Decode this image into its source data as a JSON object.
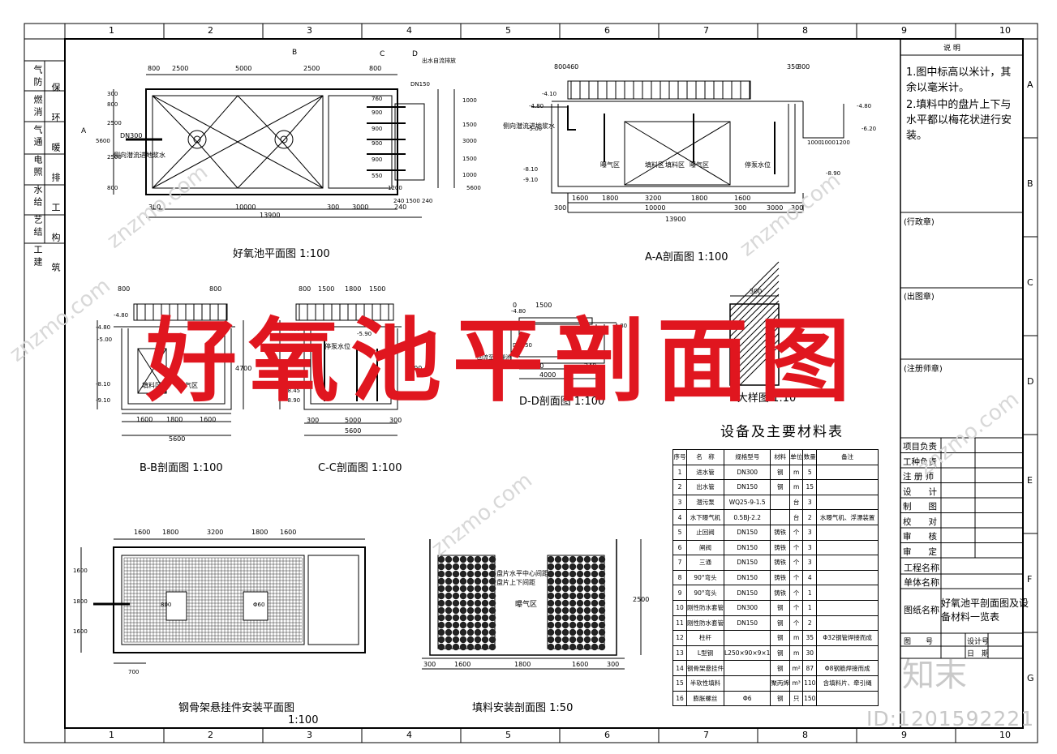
{
  "grid": {
    "columns": [
      "1",
      "2",
      "3",
      "4",
      "5",
      "6",
      "7",
      "8",
      "9",
      "10"
    ],
    "rows": [
      "A",
      "B",
      "C",
      "D",
      "E",
      "F",
      "G"
    ]
  },
  "side_strip": [
    "气",
    "防",
    "保",
    "燃",
    "消",
    "环",
    "气",
    "通",
    "暖",
    "电",
    "照",
    "排",
    "水",
    "给",
    "工",
    "艺",
    "结",
    "构",
    "工",
    "建",
    "筑"
  ],
  "drawings": {
    "plan_title": "好氧池平面图",
    "plan_scale": "1:100",
    "aa_title": "A-A剖面图",
    "aa_scale": "1:100",
    "bb_title": "B-B剖面图",
    "bb_scale": "1:100",
    "cc_title": "C-C剖面图",
    "cc_scale": "1:100",
    "dd_title": "D-D剖面图",
    "dd_scale": "1:100",
    "detail_title": "A大样图",
    "detail_scale": "1:10",
    "frame_title": "钢骨架悬挂件安装平面图",
    "frame_scale": "1:100",
    "fill_title": "填料安装剖面图",
    "fill_scale": "1:50"
  },
  "plan_labels": {
    "dims_top": [
      "800",
      "2500",
      "5000",
      "2500",
      "800"
    ],
    "dims_bottom": [
      "300",
      "10000",
      "300",
      "3000",
      "240"
    ],
    "total": "13900",
    "left_dims": [
      "300",
      "800",
      "2500",
      "5600",
      "2500",
      "800"
    ],
    "right_dims": [
      "760",
      "900",
      "900",
      "900",
      "900",
      "550",
      "1200",
      "1000",
      "1500",
      "3000",
      "1500",
      "1000",
      "5600"
    ],
    "dn300": "DN300",
    "dn150": "DN150",
    "inflow_note": "侧向潜流进地浆水",
    "outlet_note": "出水自流排放",
    "bottom_dims2": [
      "240",
      "1500",
      "240"
    ],
    "section_b": "B",
    "section_c": "C",
    "section_d": "D",
    "section_a": "A"
  },
  "aa_labels": {
    "dims_top": [
      "800",
      "460",
      "350",
      "800"
    ],
    "levels": [
      "-4.10",
      "-4.80",
      "-5.00",
      "-8.10",
      "-9.10",
      "-4.80",
      "-6.20",
      "-8.90"
    ],
    "zones": [
      "曝气区",
      "填料区",
      "填料区",
      "曝气区",
      "停泵水位"
    ],
    "dims_bottom": [
      "1600",
      "1800",
      "3200",
      "1800",
      "1600"
    ],
    "dims_bottom2": [
      "300",
      "10000",
      "300",
      "3000",
      "300"
    ],
    "total": "13900",
    "side_dims": [
      "1000",
      "1000",
      "1200"
    ],
    "inflow_note": "侧向潜流进地浆水"
  },
  "bb_labels": {
    "dims_top": [
      "800",
      "800"
    ],
    "levels": [
      "-4.80",
      "-4.80",
      "-5.00",
      "-8.10",
      "-9.10"
    ],
    "zones": [
      "填料区",
      "曝气区"
    ],
    "dims_bottom": [
      "1600",
      "1800",
      "1600"
    ],
    "total": "5600",
    "side_dim": "4700"
  },
  "cc_labels": {
    "dims_top": [
      "800",
      "1500",
      "1800",
      "1500"
    ],
    "levels": [
      "-4.80",
      "-5.90",
      "-8.45",
      "-8.90"
    ],
    "dims_bottom": [
      "300",
      "5000",
      "300"
    ],
    "total": "5600",
    "side_dim": "4700",
    "pump_note": "停泵水位"
  },
  "dd_labels": {
    "dims_top": [
      "0",
      "1500"
    ],
    "levels": [
      "-4.80",
      "-4.80"
    ],
    "dn": "DN150",
    "note": "回流至格栅池",
    "dims_bottom": [
      "240",
      "1500",
      "240"
    ],
    "total": "4000"
  },
  "detail_labels": {
    "dim": "300"
  },
  "frame_labels": {
    "dims_top": [
      "1600",
      "1800",
      "3200",
      "1800",
      "1600"
    ],
    "left_dims": [
      "1600",
      "1800",
      "1600"
    ],
    "box_dim": "800",
    "bolt_note": "Φ60",
    "bottom_dim": "700"
  },
  "fill_labels": {
    "note1": "盘片水平中心间距",
    "note2": "盘片上下间距",
    "zone": "曝气区",
    "dims_bottom": [
      "300",
      "1600",
      "1800",
      "1600",
      "300"
    ],
    "side_dim": "2500"
  },
  "notes": {
    "header": "说 明",
    "items": [
      "1.图中标高以米计，其余以毫米计。",
      "2.填料中的盘片上下与水平都以梅花状进行安装。"
    ]
  },
  "stamps": [
    "(行政章)",
    "(出图章)",
    "(注册师章)"
  ],
  "title_block": {
    "rows": [
      "项目负责",
      "工种负责",
      "注 册 师",
      "设　　计",
      "制　　图",
      "校　　对",
      "审　　核",
      "审　　定"
    ],
    "project_name_label": "工程名称",
    "unit_name_label": "单体名称",
    "drawing_name_label": "图纸名称",
    "drawing_name": "好氧池平剖面图及设备材料一览表",
    "drawing_no_label": "图　　号",
    "date_label": "日　期",
    "design_no_label": "设计号"
  },
  "material_table": {
    "title": "设备及主要材料表",
    "headers": [
      "序号",
      "名　称",
      "规格型号",
      "材料",
      "单位",
      "数量",
      "备注"
    ],
    "rows": [
      [
        "1",
        "进水管",
        "DN300",
        "钢",
        "m",
        "5",
        ""
      ],
      [
        "2",
        "出水管",
        "DN150",
        "钢",
        "m",
        "15",
        ""
      ],
      [
        "3",
        "潜污泵",
        "WQ25-9-1.5",
        "",
        "台",
        "3",
        ""
      ],
      [
        "4",
        "水下曝气机",
        "0.5BJ-2.2",
        "",
        "台",
        "2",
        "水曝气机、浮漂装置"
      ],
      [
        "5",
        "止回阀",
        "DN150",
        "铸铁",
        "个",
        "3",
        ""
      ],
      [
        "6",
        "闸阀",
        "DN150",
        "铸铁",
        "个",
        "3",
        ""
      ],
      [
        "7",
        "三通",
        "DN150",
        "铸铁",
        "个",
        "3",
        ""
      ],
      [
        "8",
        "90°弯头",
        "DN150",
        "铸铁",
        "个",
        "4",
        ""
      ],
      [
        "9",
        "90°弯头",
        "DN150",
        "铸铁",
        "个",
        "1",
        ""
      ],
      [
        "10",
        "刚性防水套管",
        "DN300",
        "钢",
        "个",
        "1",
        ""
      ],
      [
        "11",
        "刚性防水套管",
        "DN150",
        "钢",
        "个",
        "2",
        ""
      ],
      [
        "12",
        "柱杆",
        "",
        "钢",
        "m",
        "35",
        "Φ32钢管焊接而成"
      ],
      [
        "13",
        "L型钢",
        "L250×90×9×1",
        "钢",
        "m",
        "30",
        ""
      ],
      [
        "14",
        "钢骨架悬挂件",
        "",
        "钢",
        "m²",
        "87",
        "Φ8钢筋焊接而成"
      ],
      [
        "15",
        "半软性填料",
        "",
        "聚丙烯",
        "m³",
        "110",
        "含填料片、牵引绳"
      ],
      [
        "16",
        "膨胀螺丝",
        "Φ6",
        "钢",
        "只",
        "150",
        ""
      ]
    ]
  },
  "overlay_title": "好氧池平剖面图",
  "watermark": "znzmo.com",
  "watermark_logo": "知末",
  "id_text": "ID:1201592221"
}
